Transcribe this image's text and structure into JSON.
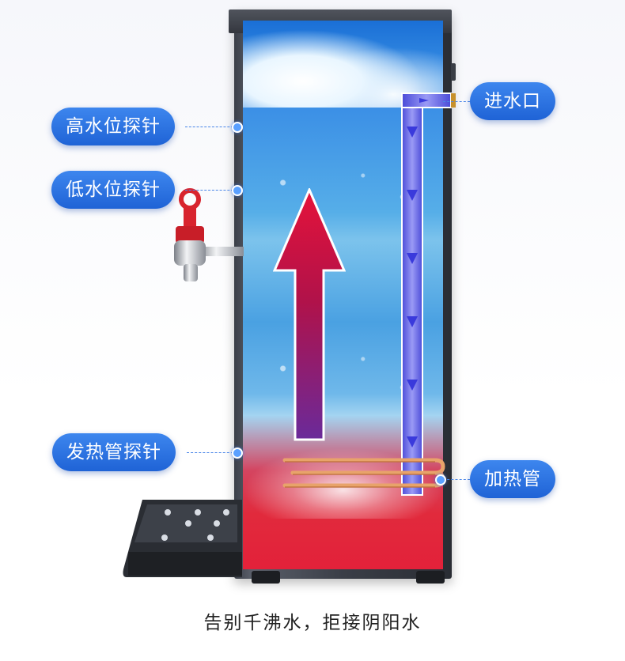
{
  "labels": {
    "high_probe": "高水位探针",
    "low_probe": "低水位探针",
    "heater_probe": "发热管探针",
    "inlet": "进水口",
    "heater": "加热管"
  },
  "caption": "告别千沸水，拒接阴阳水",
  "colors": {
    "label_blue": "#2a72e2",
    "hot_red": "#e3213a",
    "cold_blue": "#2a7fe0"
  }
}
